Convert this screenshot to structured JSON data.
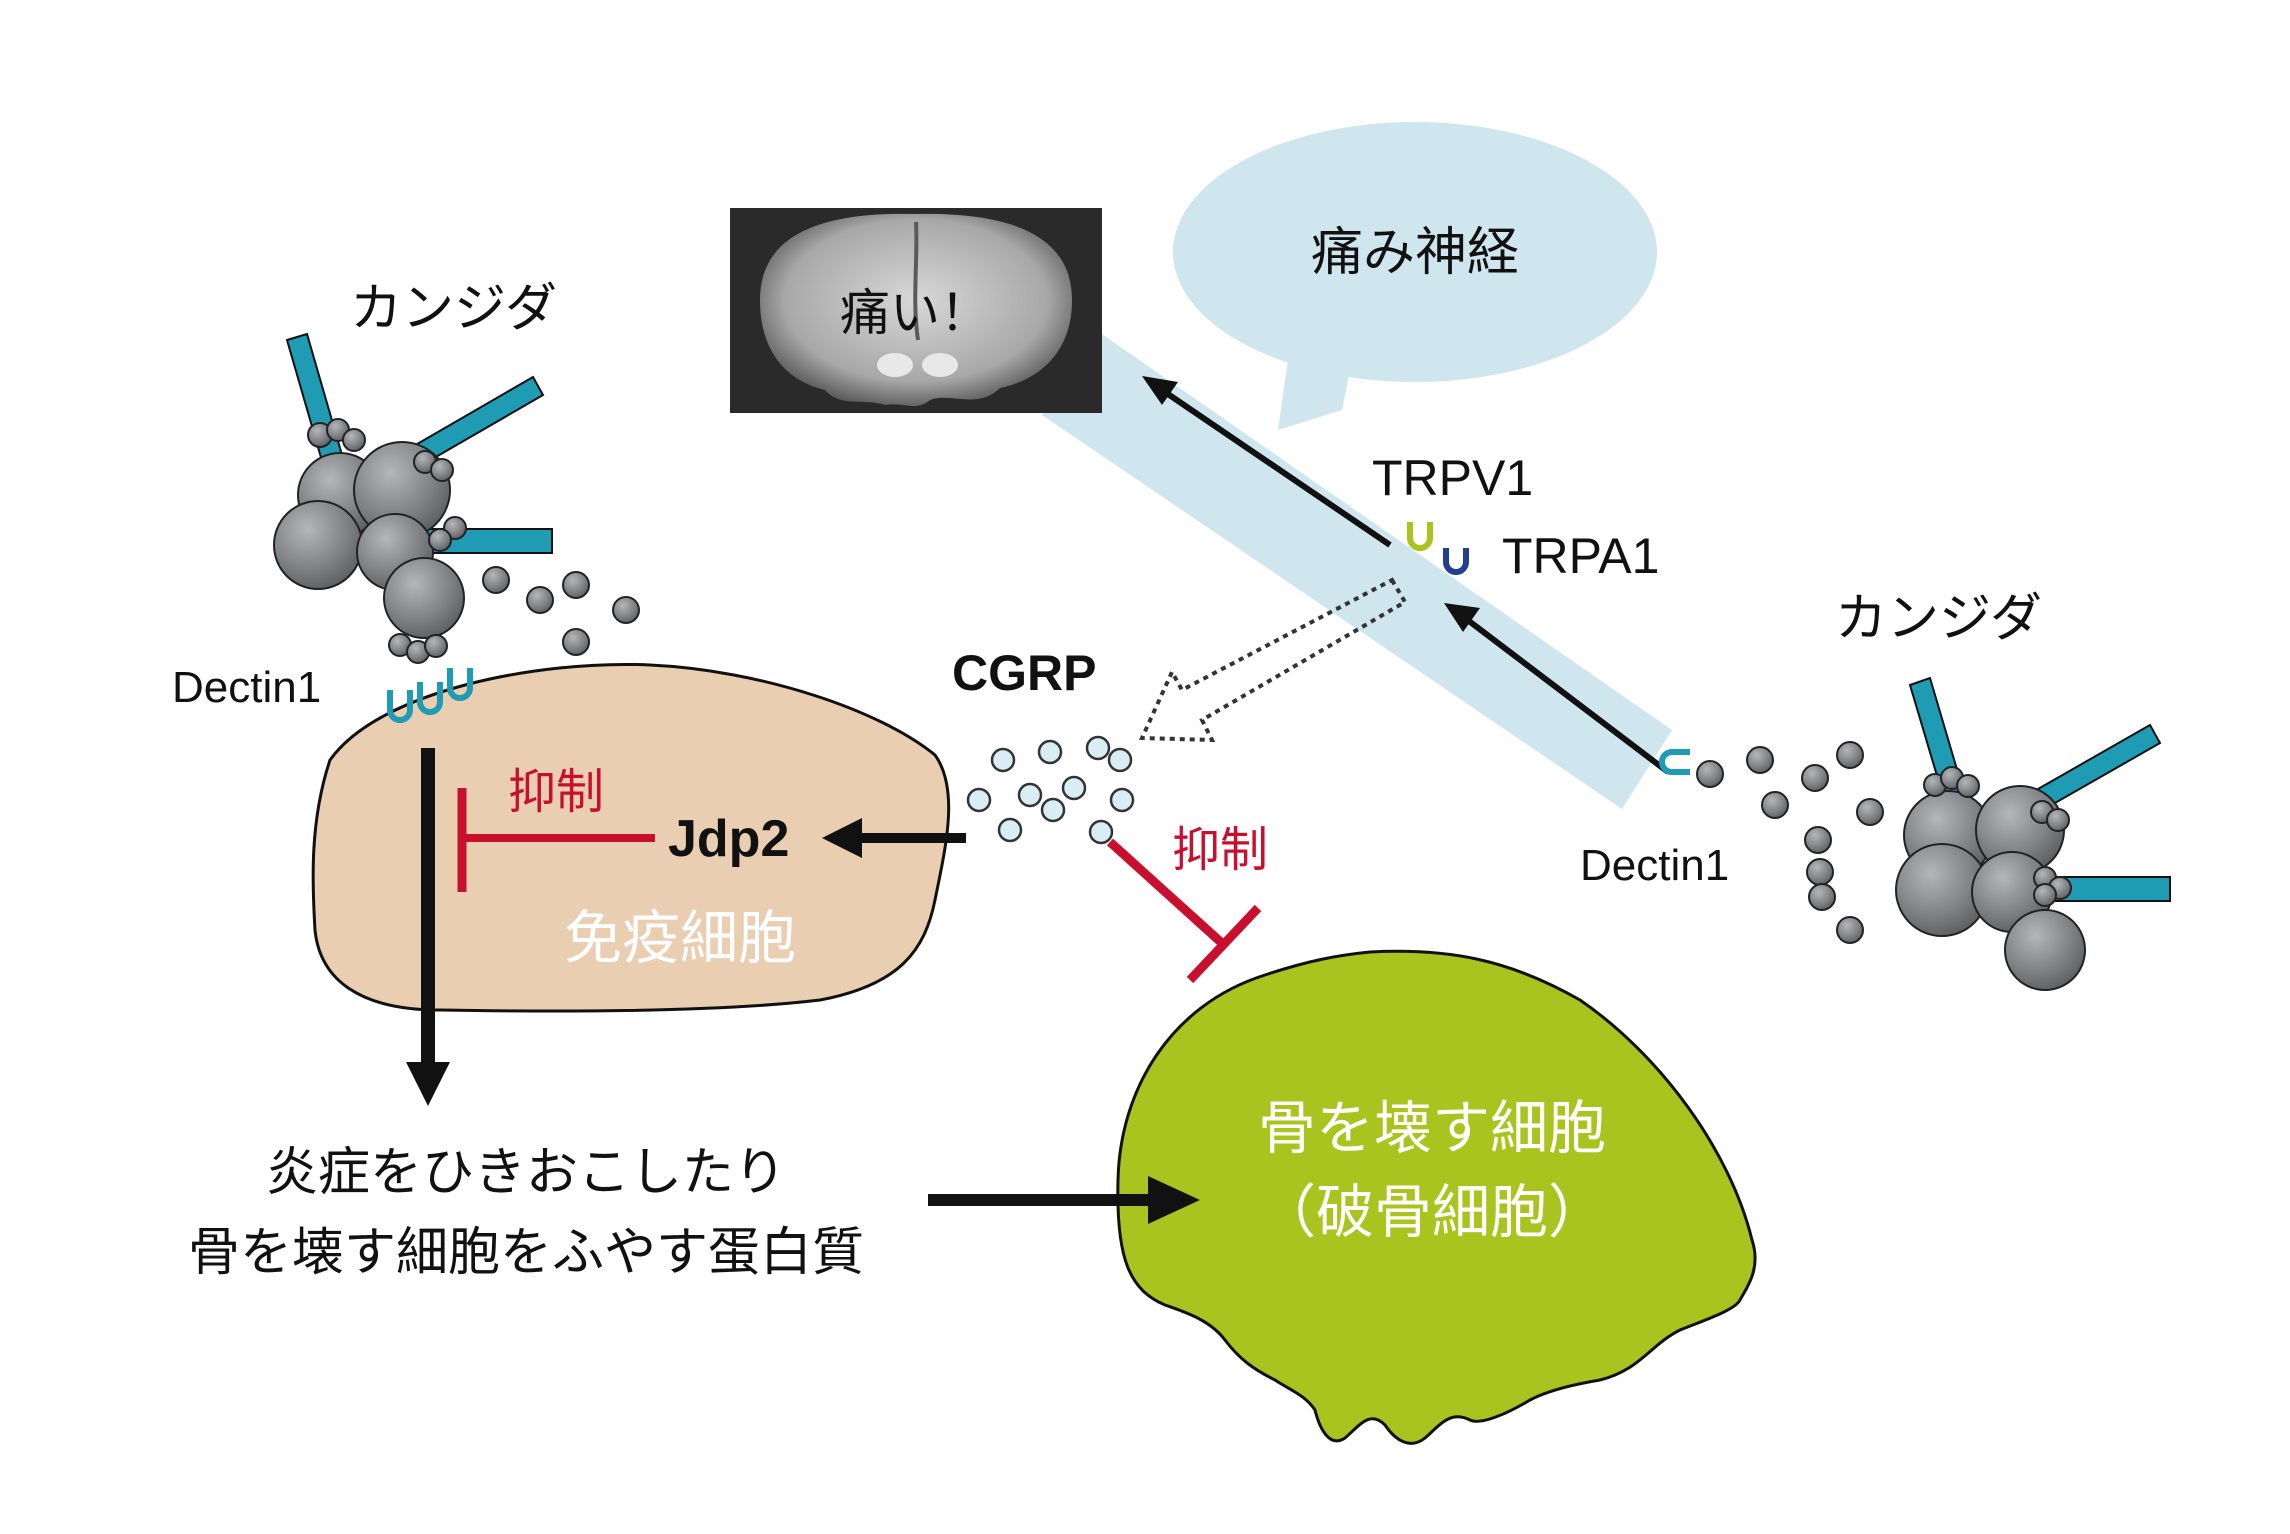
{
  "labels": {
    "candida_left": "カンジダ",
    "candida_right": "カンジダ",
    "pain_nerve": "痛み神経",
    "pain_exclaim": "痛い！",
    "trpv1": "TRPV1",
    "trpa1": "TRPA1",
    "dectin1_left": "Dectin1",
    "dectin1_right": "Dectin1",
    "cgrp": "CGRP",
    "jdp2": "Jdp2",
    "inhibit_left": "抑制",
    "inhibit_right": "抑制",
    "immune_cell": "免疫細胞",
    "inflammatory_line1": "炎症をひきおこしたり",
    "inflammatory_line2": "骨を壊す細胞をふやす蛋白質",
    "osteoclast_line1": "骨を壊す細胞",
    "osteoclast_line2": "（破骨細胞）"
  },
  "colors": {
    "nerve_fill": "#cfe6ee",
    "immune_cell_fill": "#e9ceb2",
    "osteoclast_fill": "#a9c41e",
    "inhibit_red": "#c8102e",
    "receptor_teal": "#1f9bb4",
    "trpv1_green": "#a9c41e",
    "trpa1_blue": "#233e8f",
    "candida_gray": "#808285",
    "cgrp_dot_fill": "#d9eef4",
    "arrow_black": "#111111"
  }
}
